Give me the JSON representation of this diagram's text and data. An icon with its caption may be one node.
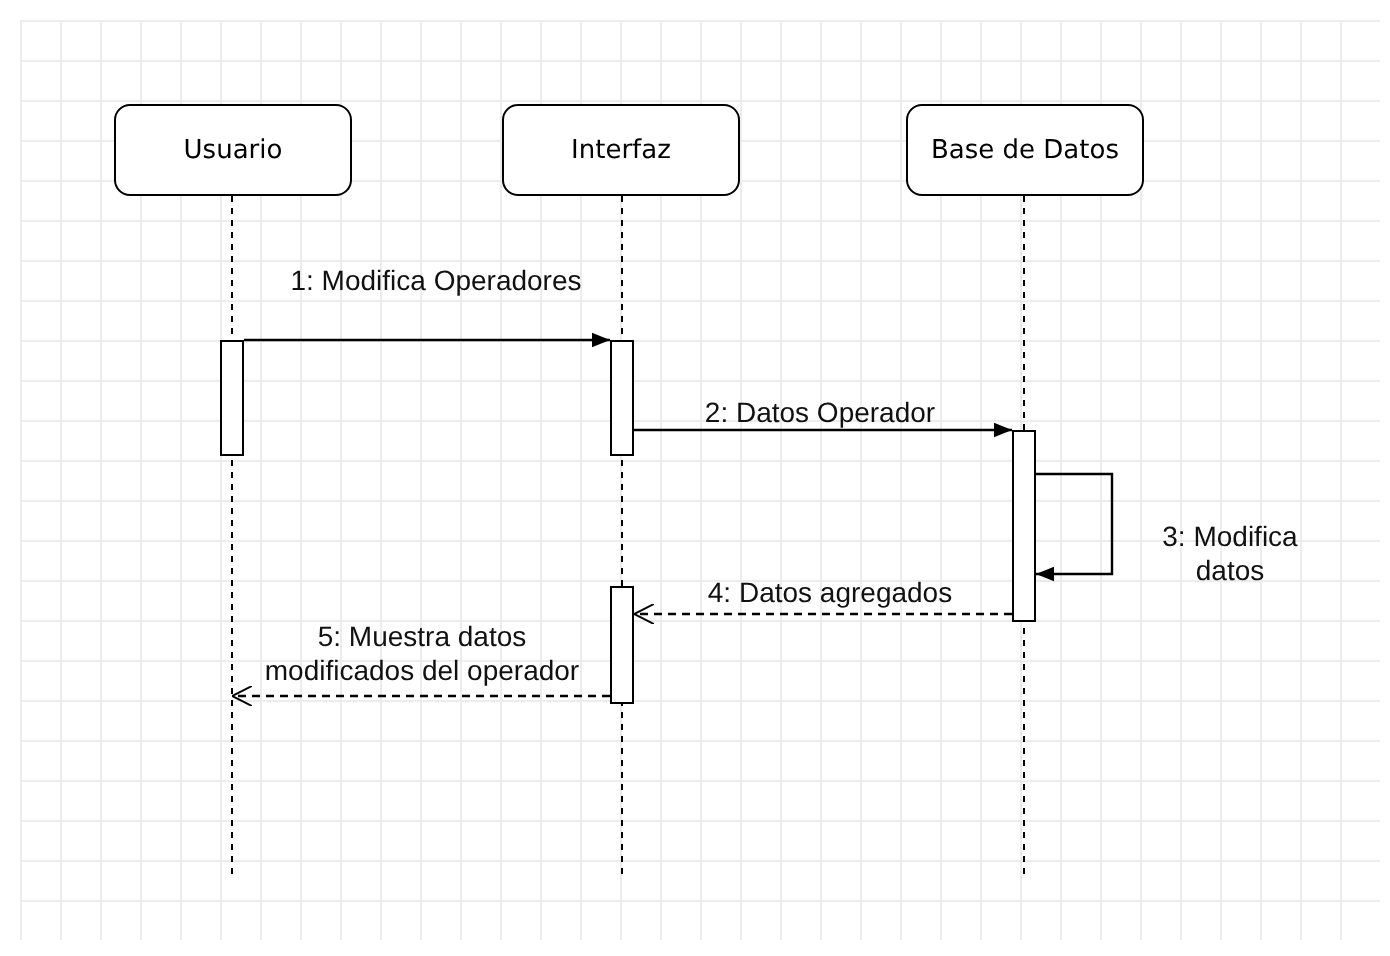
{
  "diagram": {
    "nodes": [
      {
        "text": [
          "Usuario"
        ]
      },
      {
        "text": [
          "Interfaz"
        ]
      },
      {
        "text": [
          "Base de Datos"
        ]
      },
      {
        "text": [],
        "shape": "bar"
      },
      {
        "text": [],
        "shape": "bar"
      },
      {
        "text": [],
        "shape": "bar"
      },
      {
        "text": [],
        "shape": "bar"
      }
    ],
    "edges": [
      {
        "from": 3,
        "to": 4,
        "arrow": "to",
        "label": "1: Modifica Operadores"
      },
      {
        "from": 4,
        "to": 5,
        "arrow": "to",
        "label": "2: Datos Operador"
      },
      {
        "from": 5,
        "to": 5,
        "arrow": "to",
        "label": "3: Modifica datos"
      },
      {
        "from": 5,
        "to": 6,
        "arrow": "to",
        "label": "4: Datos agregados",
        "style": "dashed"
      },
      {
        "from": 6,
        "to": null,
        "arrow": "to",
        "label": "5: Muestra datos modificados del operador",
        "style": "dashed"
      }
    ]
  }
}
